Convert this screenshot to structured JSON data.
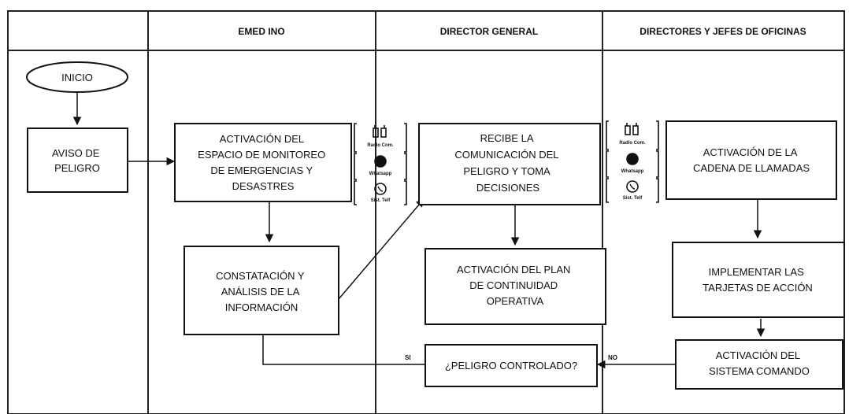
{
  "lanes": {
    "emed": "EMED INO",
    "director": "DIRECTOR GENERAL",
    "jefes": "DIRECTORES Y JEFES DE OFICINAS"
  },
  "nodes": {
    "inicio": "INICIO",
    "aviso": [
      "AVISO DE",
      "PELIGRO"
    ],
    "activacion_espacio": [
      "ACTIVACIÓN DEL",
      "ESPACIO DE MONITOREO",
      "DE EMERGENCIAS Y",
      "DESASTRES"
    ],
    "constatacion": [
      "CONSTATACIÓN Y",
      "ANÁLISIS DE LA",
      "INFORMACIÓN"
    ],
    "recibe": [
      "RECIBE LA",
      "COMUNICACIÓN DEL",
      "PELIGRO Y TOMA",
      "DECISIONES"
    ],
    "plan": [
      "ACTIVACIÓN DEL PLAN",
      "DE CONTINUIDAD",
      "OPERATIVA"
    ],
    "decision": "¿PELIGRO CONTROLADO?",
    "cadena": [
      "ACTIVACIÓN DE LA",
      "CADENA DE LLAMADAS"
    ],
    "tarjetas": [
      "IMPLEMENTAR LAS",
      "TARJETAS DE ACCIÓN"
    ],
    "comando": [
      "ACTIVACIÓN DEL",
      "SISTEMA COMANDO"
    ]
  },
  "edge_labels": {
    "yes": "SI",
    "no": "NO"
  },
  "comm_channels": [
    "Radio Com.",
    "Whatsapp",
    "Sist. Telf"
  ],
  "icons": [
    "walkie-talkie-icon",
    "whatsapp-icon",
    "phone-icon"
  ]
}
